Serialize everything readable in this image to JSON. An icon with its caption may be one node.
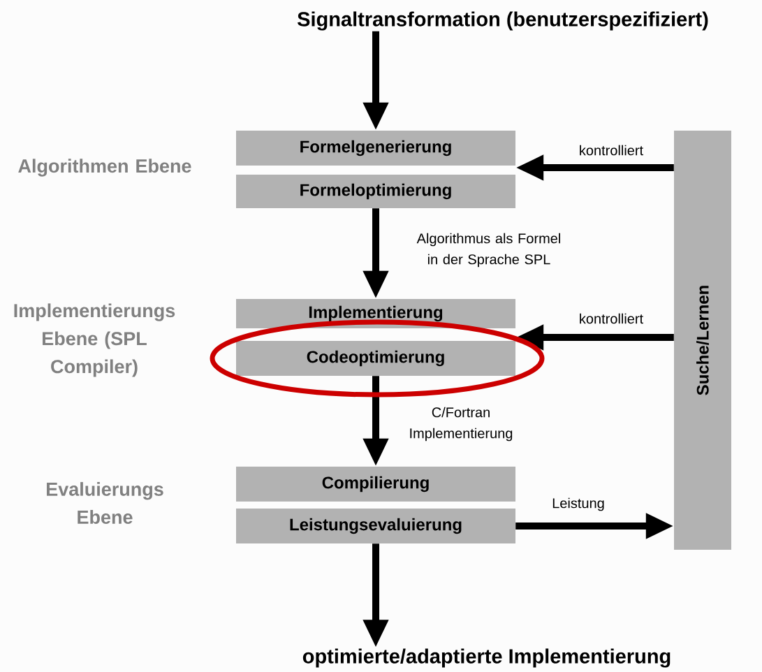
{
  "diagram": {
    "nodes": [
      {
        "text": [
          "Signaltransformation (benutzerspezifiziert)"
        ]
      },
      {
        "text": [
          "Formelgenerierung"
        ]
      },
      {
        "text": [
          "Formeloptimierung"
        ]
      },
      {
        "text": [
          "Implementierung"
        ]
      },
      {
        "text": [
          "Codeoptimierung"
        ]
      },
      {
        "text": [
          "Compilierung"
        ]
      },
      {
        "text": [
          "Leistungsevaluierung"
        ]
      },
      {
        "text": [
          "Suche/Lernen"
        ]
      },
      {
        "text": [
          "optimierte/adaptierte Implementierung"
        ]
      }
    ],
    "edges": [
      {
        "from": 0,
        "to": 1,
        "arrow": "to"
      },
      {
        "from": 2,
        "to": 3,
        "arrow": "to",
        "label": "Algorithmus als Formel in der Sprache SPL"
      },
      {
        "from": 4,
        "to": 5,
        "arrow": "to",
        "label": "C/Fortran Implementierung"
      },
      {
        "from": 6,
        "to": 8,
        "arrow": "to"
      },
      {
        "from": 7,
        "to": 1,
        "arrow": "to",
        "label": "kontrolliert"
      },
      {
        "from": 7,
        "to": 3,
        "arrow": "to",
        "label": "kontrolliert"
      },
      {
        "from": 6,
        "to": 7,
        "arrow": "to",
        "label": "Leistung"
      }
    ],
    "labels": [
      "Algorithmen Ebene",
      "Implementierungs Ebene (SPL Compiler)",
      "Evaluierungs Ebene"
    ]
  }
}
